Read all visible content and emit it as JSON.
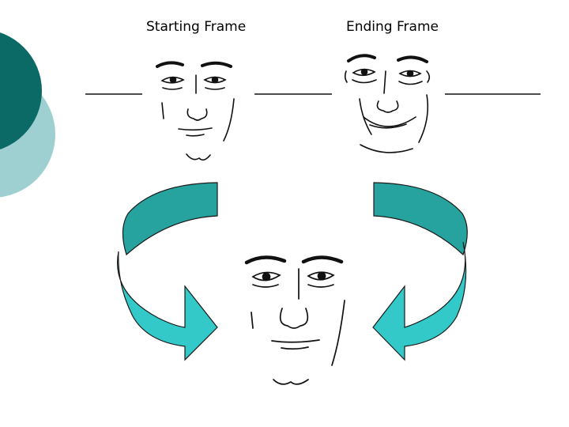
{
  "labels": {
    "start_frame": "Starting Frame",
    "end_frame": "Ending Frame"
  },
  "colors": {
    "background": "#ffffff",
    "deco_dark": "#0b6a66",
    "deco_light": "#9ecfd1",
    "arrow_top": "#26a39f",
    "arrow_bottom": "#33c9c9",
    "arrow_outline": "#1a1a1a",
    "line_art": "#111111"
  },
  "icons": {
    "start_face": "neutral-face-drawing",
    "end_face": "smiling-face-drawing",
    "result_face": "neutral-face-drawing",
    "left_arrow": "curved-arrow-down-right",
    "right_arrow": "curved-arrow-down-left"
  }
}
